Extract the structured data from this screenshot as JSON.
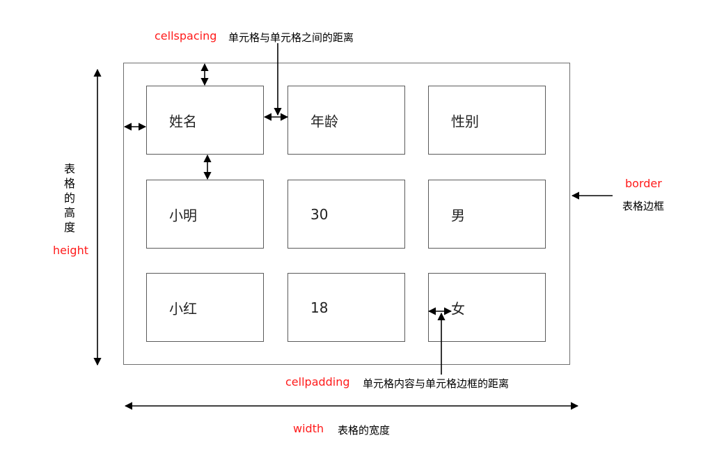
{
  "labels": {
    "cellspacing_term": "cellspacing",
    "cellspacing_desc": "单元格与单元格之间的距离",
    "border_term": "border",
    "border_desc": "表格边框",
    "height_term": "height",
    "height_desc": "表格的高度",
    "cellpadding_term": "cellpadding",
    "cellpadding_desc": "单元格内容与单元格边框的距离",
    "width_term": "width",
    "width_desc": "表格的宽度"
  },
  "table": {
    "rows": [
      [
        "姓名",
        "年龄",
        "性别"
      ],
      [
        "小明",
        "30",
        "男"
      ],
      [
        "小红",
        "18",
        "女"
      ]
    ]
  },
  "colors": {
    "term": "#ff1a1a",
    "line": "#000000",
    "border": "#6e6e6e"
  }
}
